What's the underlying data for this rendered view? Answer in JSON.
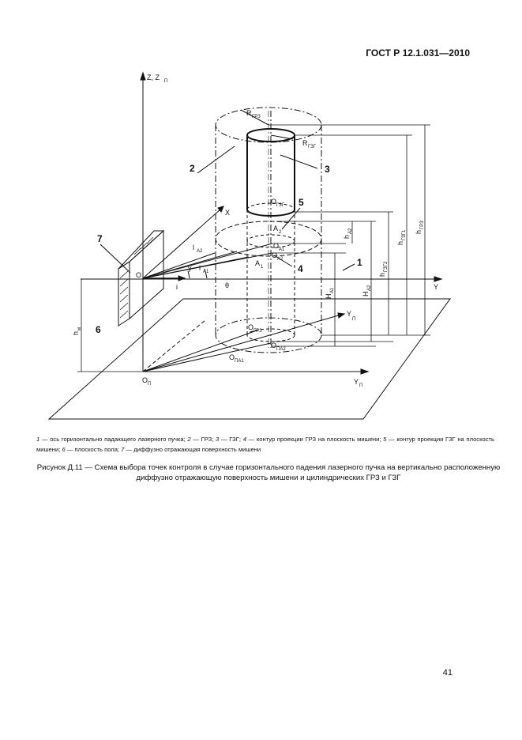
{
  "header": {
    "standard": "ГОСТ Р 12.1.031—2010"
  },
  "figure": {
    "labels": {
      "z": "Z, Z",
      "z_sub": "П",
      "x": "X",
      "y": "Y",
      "yp": "Y",
      "yp_sub": "П",
      "yp1": "Y",
      "yp1_sub": "П",
      "o": "O",
      "op": "O",
      "op_sub": "П",
      "i": "i",
      "theta": "θ",
      "gamma": "γ",
      "l_a1": "l",
      "l_a1_sub": "А1",
      "l_a2": "l",
      "l_a2_sub": "А2",
      "r_grz": "R",
      "r_grz_sub": "ГРЗ",
      "r_gzg": "R",
      "r_gzg_sub": "ГЗГ",
      "o_gzg": "O",
      "o_gzg_sub": "ГЗГ",
      "a1": "A",
      "a1_sub": "1",
      "a2": "A",
      "a2_sub": "2",
      "o_a1": "O",
      "o_a1_sub": "А1",
      "o_a2": "O",
      "o_a2_sub": "А2",
      "o_grz": "O",
      "o_grz_sub": "ГРЗ",
      "o_pa1": "O",
      "o_pa1_sub": "ПА1",
      "o_pa2": "O",
      "o_pa2_sub": "ПА2",
      "h_m": "h",
      "h_m_sub": "м",
      "h_a1": "H",
      "h_a1_sub": "А1",
      "h_a2_big": "H",
      "h_a2_big_sub": "А2",
      "h_a2": "h",
      "h_a2_sub": "А2",
      "h_gzg2": "h",
      "h_gzg2_sub": "ГЗГ2",
      "h_gzg1": "h",
      "h_gzg1_sub": "ГЗГ1",
      "h_grz": "h",
      "h_grz_sub": "ГРЗ",
      "n1": "1",
      "n2": "2",
      "n3": "3",
      "n4": "4",
      "n5": "5",
      "n6": "6",
      "n7": "7"
    }
  },
  "legend": {
    "items": [
      {
        "num": "1",
        "text": " — ось горизонтально падающего лазерного пучка; "
      },
      {
        "num": "2",
        "text": " — ГРЗ; "
      },
      {
        "num": "3",
        "text": " — ГЗГ; "
      },
      {
        "num": "4",
        "text": " — контур проекции ГРЗ на плоскость мишени; "
      },
      {
        "num": "5",
        "text": " — контур проекции ГЗГ на плоскость мишени; "
      },
      {
        "num": "6",
        "text": " — плоскость пола; "
      },
      {
        "num": "7",
        "text": " — диффузно отражающая поверхность мишени"
      }
    ]
  },
  "caption": "Рисунок Д.11 — Схема выбора точек контроля в случае горизонтального падения лазерного пучка на вертикально расположенную диффузно отражающую поверхность мишени и цилиндрических ГРЗ и ГЗГ",
  "page_number": "41"
}
